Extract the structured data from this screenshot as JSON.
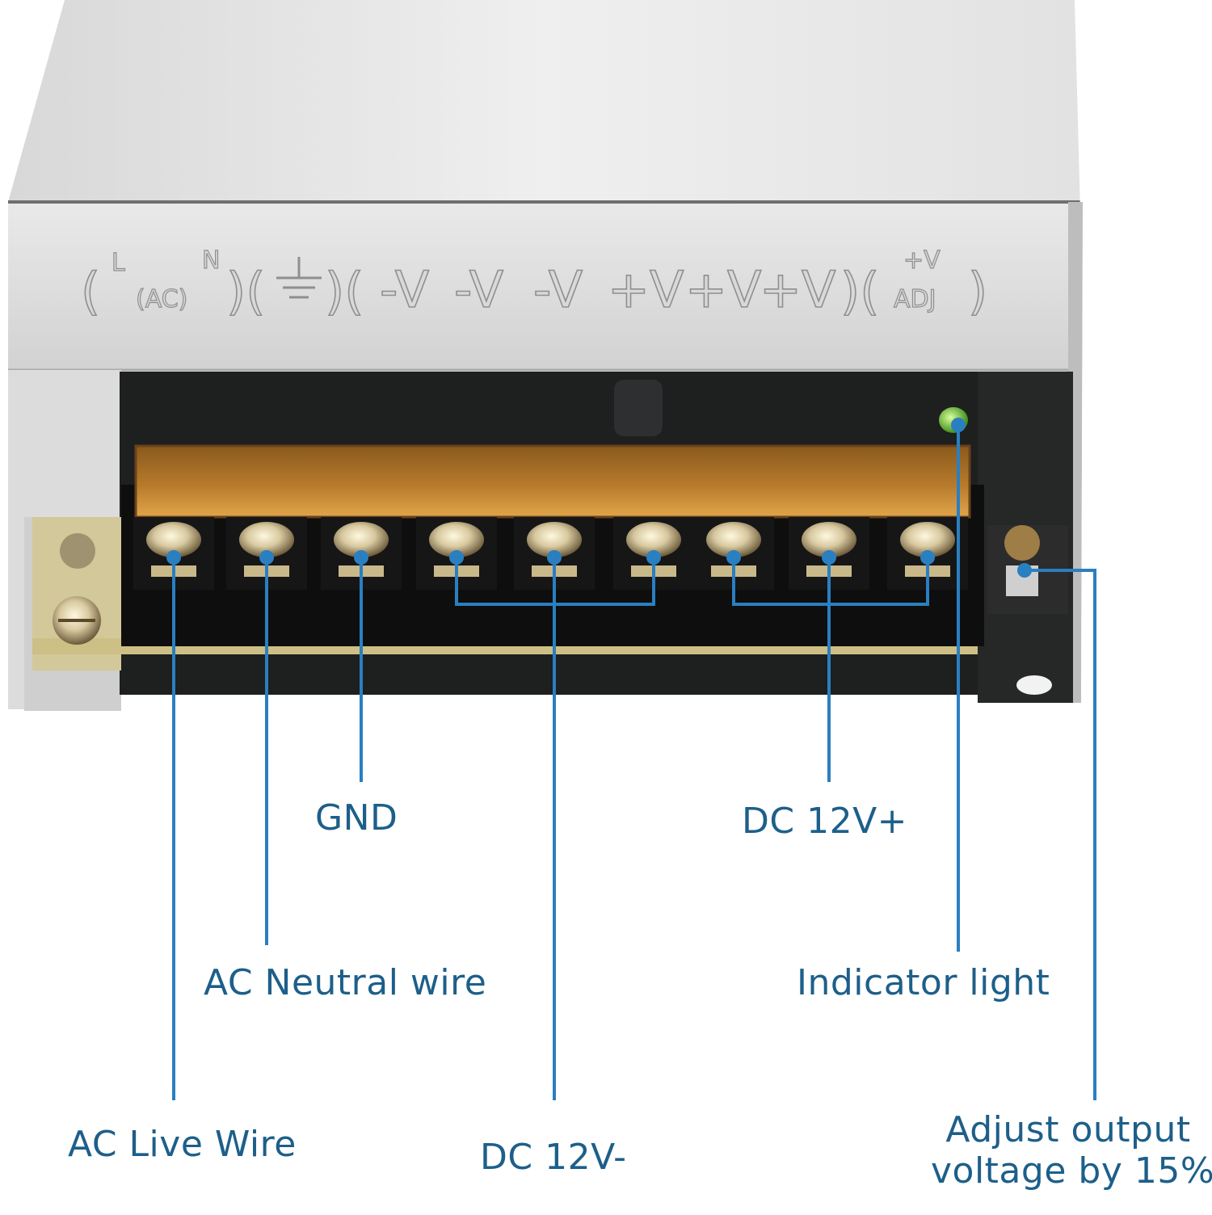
{
  "panel_marking": {
    "live": "L",
    "ac": "(AC)",
    "neutral": "N",
    "v_minus": "-V",
    "v_plus": "+V",
    "adj_top": "+V",
    "adj_bottom": "ADJ"
  },
  "callouts": {
    "gnd": "GND",
    "dc_plus": "DC 12V+",
    "ac_neutral": "AC Neutral wire",
    "indicator": "Indicator light",
    "ac_live": "AC Live Wire",
    "dc_minus": "DC 12V-",
    "adjust_line1": "Adjust output",
    "adjust_line2": "voltage by 15%"
  },
  "colors": {
    "callout": "#1d5f8a",
    "leader": "#2a7fc1",
    "amber": "#c9882a"
  }
}
